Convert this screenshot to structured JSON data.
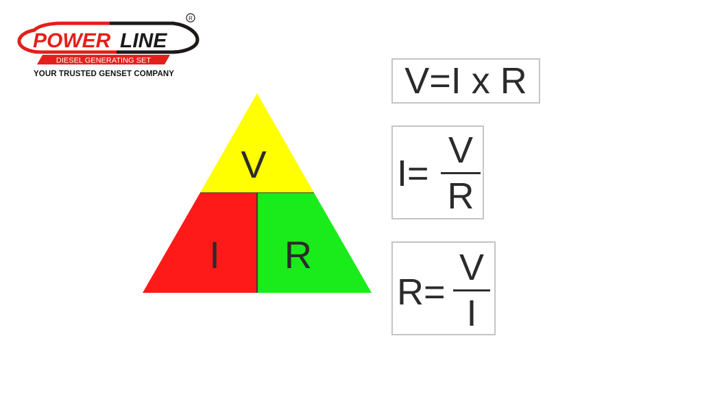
{
  "logo": {
    "brand_left": "POWER",
    "brand_right": "LINE",
    "registered_mark": "®",
    "banner_text": "DIESEL GENERATING SET",
    "tagline": "YOUR TRUSTED GENSET COMPANY",
    "colors": {
      "red": "#e3201b",
      "dark": "#1a1a1a",
      "banner": "#e3201b"
    }
  },
  "triangle": {
    "top_label": "V",
    "bottom_left_label": "I",
    "bottom_right_label": "R",
    "colors": {
      "top": "#ffff00",
      "bottom_left": "#ff1a1a",
      "bottom_right": "#1aeb1a",
      "divider": "#3a3a3a"
    }
  },
  "formulas": {
    "voltage": {
      "text": "V=I x R"
    },
    "current": {
      "lhs": "I=",
      "numerator": "V",
      "denominator": "R"
    },
    "resistance": {
      "lhs": "R=",
      "numerator": "V",
      "denominator": "I"
    }
  }
}
